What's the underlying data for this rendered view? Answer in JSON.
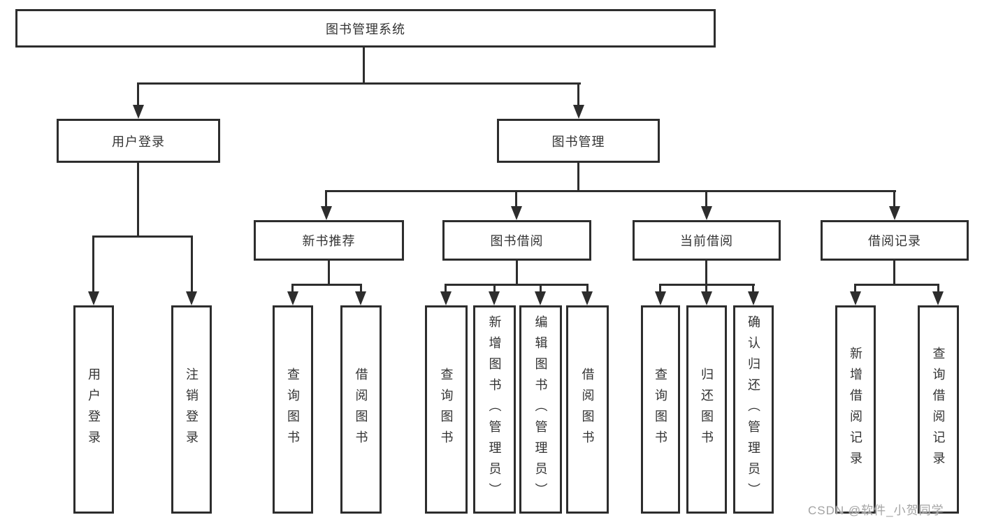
{
  "diagram": {
    "root": "图书管理系统",
    "user_login": {
      "label": "用户登录",
      "children": [
        "用户登录",
        "注销登录"
      ]
    },
    "book_mgmt": {
      "label": "图书管理",
      "groups": [
        {
          "label": "新书推荐",
          "children": [
            "查询图书",
            "借阅图书"
          ]
        },
        {
          "label": "图书借阅",
          "children": [
            "查询图书",
            "新增图书（管理员）",
            "编辑图书（管理员）",
            "借阅图书"
          ]
        },
        {
          "label": "当前借阅",
          "children": [
            "查询图书",
            "归还图书",
            "确认归还（管理员）"
          ]
        },
        {
          "label": "借阅记录",
          "children": [
            "新增借阅记录",
            "查询借阅记录"
          ]
        }
      ]
    }
  },
  "watermark": "CSDN @软件_小贺同学",
  "colors": {
    "line": "#2d2d2d",
    "border": "#2d2d2d",
    "text": "#333333",
    "watermark": "#a3a3a3",
    "background": "#ffffff"
  }
}
